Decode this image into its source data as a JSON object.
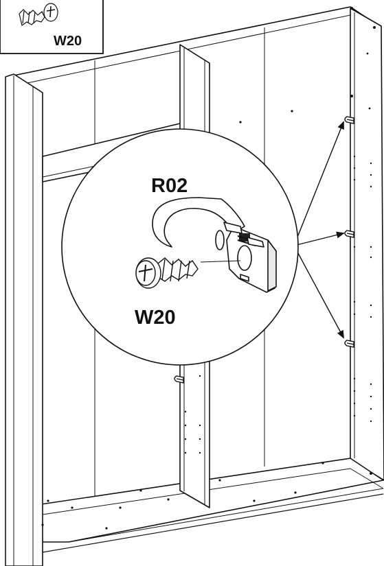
{
  "parts_box": {
    "label": "W20"
  },
  "detail": {
    "bracket_label": "R02",
    "screw_label": "W20"
  },
  "colors": {
    "line": "#111111",
    "background": "#ffffff"
  }
}
